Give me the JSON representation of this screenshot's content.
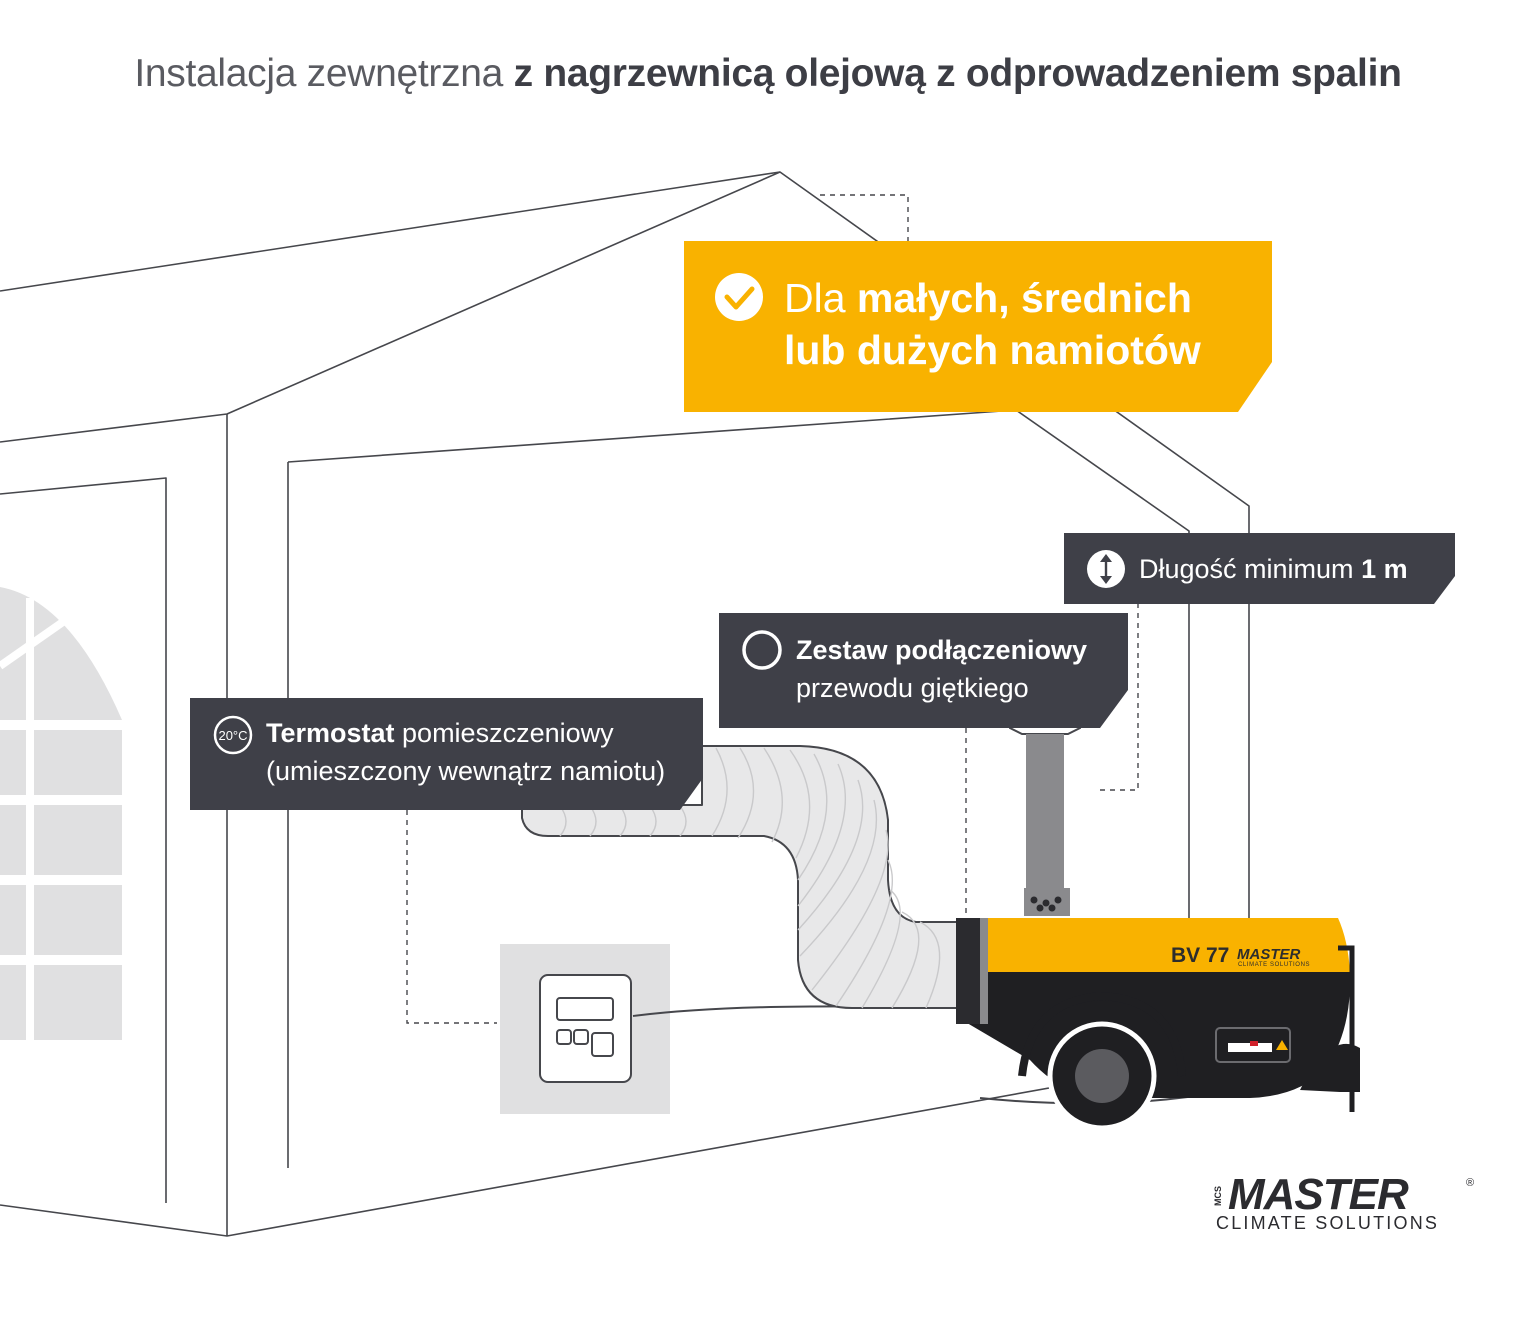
{
  "title": {
    "light": "Instalacja zewnętrzna ",
    "bold": "z nagrzewnicą olejową z odprowadzeniem spalin"
  },
  "yellow_callout": {
    "line1_light": "Dla ",
    "line1_bold": "małych, średnich",
    "line2_bold": "lub dużych namiotów",
    "icon": "check-circle-icon"
  },
  "length_callout": {
    "light": "Długość minimum ",
    "bold": "1 m",
    "icon": "vertical-arrows-icon"
  },
  "kit_callout": {
    "bold": "Zestaw podłączeniowy",
    "light": "przewodu giętkiego",
    "icon": "circle-outline-icon"
  },
  "thermostat_callout": {
    "bold": "Termostat",
    "light_inline": " pomieszczeniowy",
    "line2": "(umieszczony wewnątrz namiotu)",
    "icon": "thermostat-20c-icon",
    "icon_text": "20°C"
  },
  "heater": {
    "model": "BV 77",
    "brand": "MASTER",
    "brand_sub": "CLIMATE SOLUTIONS"
  },
  "logo": {
    "mcs": "MCS",
    "name": "MASTER",
    "registered": "®",
    "tagline": "CLIMATE SOLUTIONS"
  },
  "colors": {
    "accent_yellow": "#f9b200",
    "label_dark": "#3f4048",
    "line_gray": "#46474c",
    "hose_fill": "#e8e8e9"
  }
}
